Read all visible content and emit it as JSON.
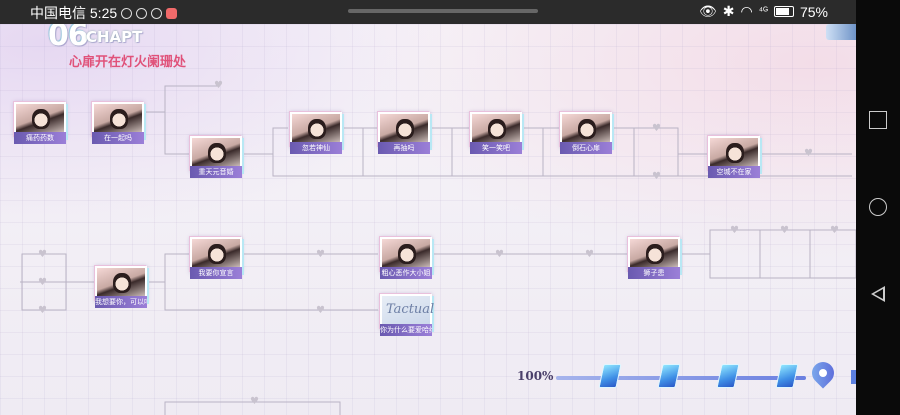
{
  "status_bar": {
    "carrier_time": "中国电信 5:25",
    "battery": "75%",
    "battery_level": 0.75,
    "signal": "⁴ᴳ"
  },
  "chapter": {
    "number": "06",
    "word": "CHAPT",
    "title": "心扉开在灯火阑珊处"
  },
  "nodes": [
    {
      "id": "n1",
      "label": "痛药药数"
    },
    {
      "id": "n2",
      "label": "在一起吗"
    },
    {
      "id": "n3",
      "label": "重天元音婚"
    },
    {
      "id": "n4",
      "label": "忽若神仙"
    },
    {
      "id": "n5",
      "label": "再抽吗"
    },
    {
      "id": "n6",
      "label": "笑一笑吧"
    },
    {
      "id": "n7",
      "label": "倒石心扉"
    },
    {
      "id": "n8",
      "label": "空城不在家"
    },
    {
      "id": "n9",
      "label": "我要你宣言"
    },
    {
      "id": "n10",
      "label": "我想要你，可以吗"
    },
    {
      "id": "n11",
      "label": "粗心恶作大小姐"
    },
    {
      "id": "n12",
      "label": "你为什么要爱哈维",
      "script": "Tactual"
    },
    {
      "id": "n13",
      "label": "狮子患"
    }
  ],
  "progress": {
    "percent_label": "100%",
    "value": 1.0
  },
  "colors": {
    "accent_pink": "#e0527a",
    "label_purple": "#7a63c0",
    "progress_blue": "#6a7fe0"
  },
  "icons": [
    "wifi-icon",
    "bluetooth-icon",
    "eye-icon",
    "battery-icon",
    "map-pin-icon",
    "crystal-icon",
    "heart-icon"
  ]
}
